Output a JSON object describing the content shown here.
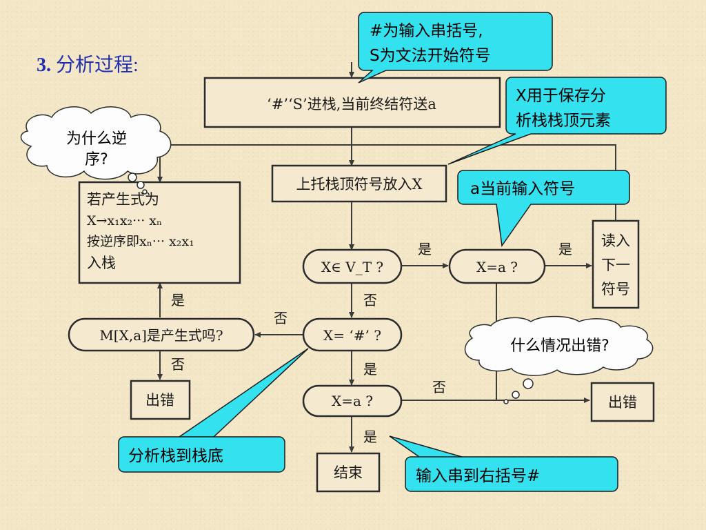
{
  "title": {
    "num": "3.",
    "text": "分析过程:"
  },
  "flow": {
    "start_box": "‘#’‘S’进栈,当前终结符送a",
    "pop_box": "上托栈顶符号放入X",
    "push_box": [
      "若产生式为",
      "X→x₁x₂··· xₙ",
      "按逆序即xₙ··· x₂x₁",
      "入栈"
    ],
    "dec_terminal": "X∈ V_T ?",
    "dec_match": "X=a ?",
    "dec_hash": "X= ‘#’ ?",
    "dec_end_match": "X=a ?",
    "dec_production": "M[X,a]是产生式吗?",
    "read_box": [
      "读入",
      "下一",
      "符号"
    ],
    "error_box_1": "出错",
    "error_box_2": "出错",
    "end_box": "结束",
    "labels": {
      "yes": "是",
      "no": "否"
    }
  },
  "callouts": {
    "hash_note": [
      "#为输入串括号,",
      "S为文法开始符号"
    ],
    "x_note": [
      "X用于保存分",
      "析栈栈顶元素"
    ],
    "a_note": "a当前输入符号",
    "stack_bottom_note": "分析栈到栈底",
    "input_end_note": "输入串到右括号#"
  },
  "clouds": {
    "why_reverse": [
      "为什么逆",
      "序?"
    ],
    "when_error": "什么情况出错?"
  },
  "colors": {
    "callout_fill": "#33e1ef",
    "title": "#1f2fb0",
    "line": "#3a3a3a"
  }
}
